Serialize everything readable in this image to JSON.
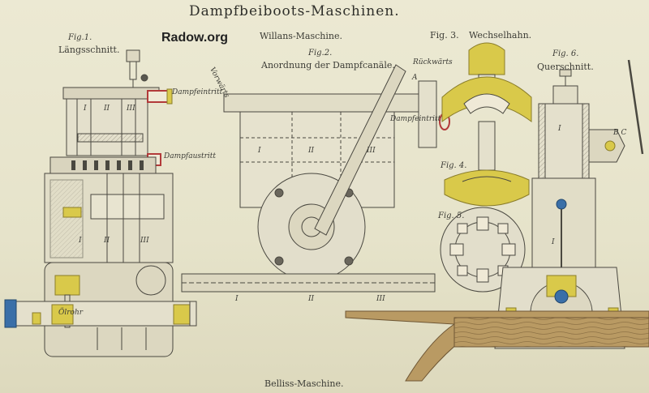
{
  "title": "Dampfbeiboots-Maschinen.",
  "watermark": "Radow.org",
  "subtitle_top": "Willans-Maschine.",
  "subtitle_bottom": "Belliss-Maschine.",
  "figures": {
    "fig1": {
      "number": "Fig.1.",
      "caption": "Längsschnitt."
    },
    "fig2": {
      "number": "Fig.2.",
      "caption": "Anordnung der Dampfcanäle."
    },
    "fig3": {
      "number": "Fig. 3.",
      "caption": "Wechselhahn."
    },
    "fig4": {
      "number": "Fig. 4."
    },
    "fig5": {
      "number": "Fig. 5."
    },
    "fig6": {
      "number": "Fig. 6.",
      "caption": "Querschnitt."
    }
  },
  "labels": {
    "dampfeintritt_1": "Dampfeintritt",
    "dampfaustritt": "Dampfaustritt",
    "dampfeintritt_2": "Dampfeintritt",
    "vorwaerts": "Vorwärts",
    "rueckwaerts": "Rückwärts",
    "point_a": "A",
    "oelrohr": "Ölrohr",
    "bc": "B C",
    "roman": [
      "I",
      "II",
      "III"
    ]
  },
  "colors": {
    "paper": "#e9e6cf",
    "ink": "#3a3a35",
    "yellow_parts": "#d9c94a",
    "steam_red": "#b23a3a",
    "brass": "#c9b740",
    "blue_parts": "#3a6fa8",
    "wood": "#b99a63"
  }
}
